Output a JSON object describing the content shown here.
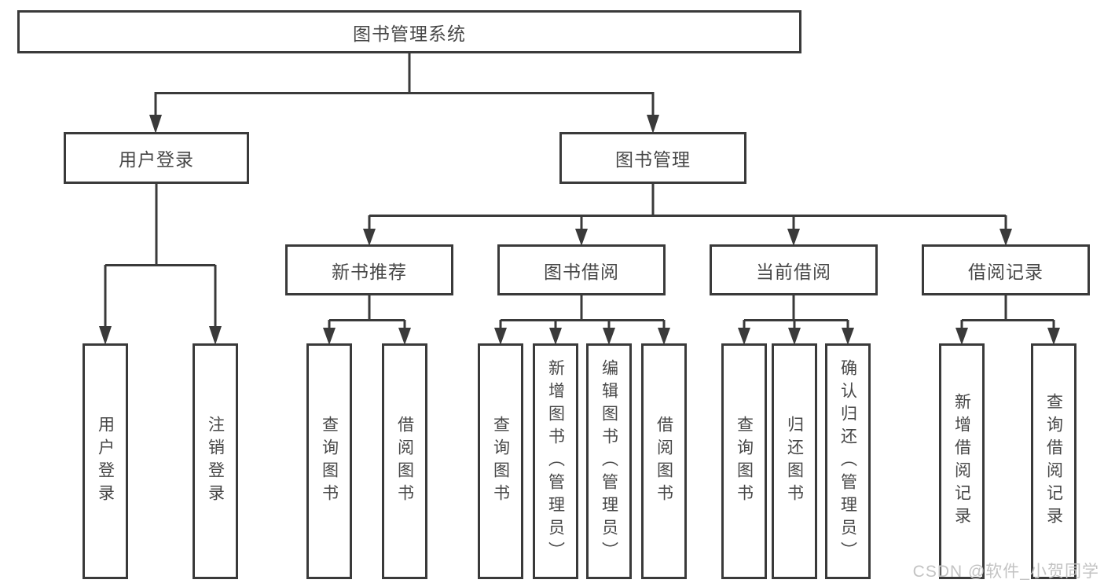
{
  "diagram": {
    "title": "图书管理系统",
    "root": {
      "label": "图书管理系统"
    },
    "branches": [
      {
        "label": "用户登录",
        "children": [
          {
            "label": "用户登录"
          },
          {
            "label": "注销登录"
          }
        ]
      },
      {
        "label": "图书管理",
        "children": [
          {
            "label": "新书推荐",
            "children": [
              {
                "label": "查询图书"
              },
              {
                "label": "借阅图书"
              }
            ]
          },
          {
            "label": "图书借阅",
            "children": [
              {
                "label": "查询图书"
              },
              {
                "label": "新增图书（管理员）"
              },
              {
                "label": "编辑图书（管理员）"
              },
              {
                "label": "借阅图书"
              }
            ]
          },
          {
            "label": "当前借阅",
            "children": [
              {
                "label": "查询图书"
              },
              {
                "label": "归还图书"
              },
              {
                "label": "确认归还（管理员）"
              }
            ]
          },
          {
            "label": "借阅记录",
            "children": [
              {
                "label": "新增借阅记录"
              },
              {
                "label": "查询借阅记录"
              }
            ]
          }
        ]
      }
    ]
  },
  "watermark": {
    "text": "CSDN @软件_小贺同学"
  },
  "colors": {
    "line": "#3a3a3a",
    "node_border": "#3a3a3a",
    "node_text": "#474747",
    "background": "#ffffff",
    "watermark_text": "#c3c3c3"
  }
}
